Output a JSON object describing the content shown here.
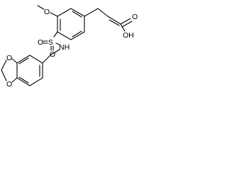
{
  "molecule": {
    "labels": {
      "o_methoxy": "O",
      "s_sulfonyl": "S",
      "o_sulfonyl_a": "O",
      "o_sulfonyl_b": "O",
      "nh": "NH",
      "oh": "OH",
      "o_carbonyl": "O",
      "o_dioxole_a": "O",
      "o_dioxole_b": "O"
    }
  }
}
